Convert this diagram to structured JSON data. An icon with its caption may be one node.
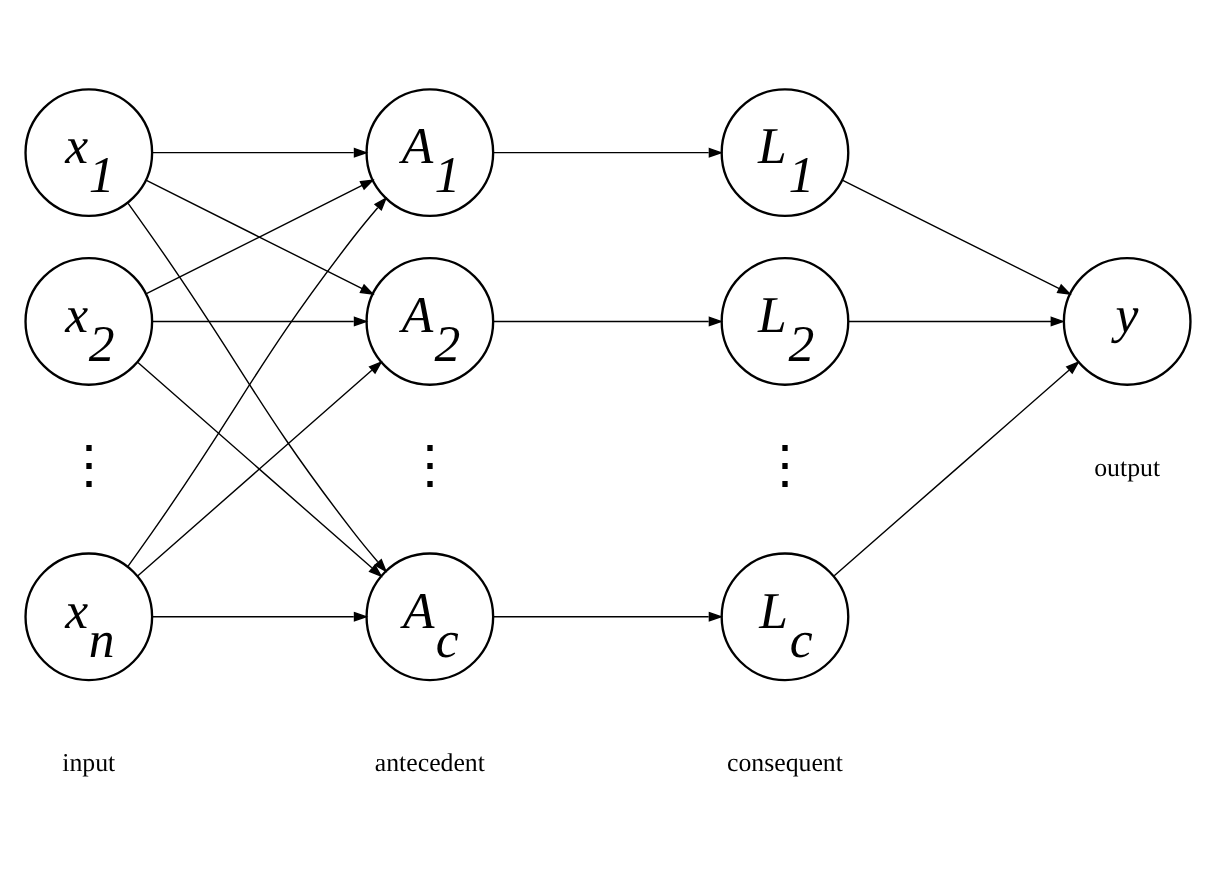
{
  "diagram": {
    "nodes": [
      {
        "text": [
          "x$_{1}$"
        ]
      },
      {
        "text": [
          "x$_{2}$"
        ]
      },
      {
        "text": [
          "x$_{n}$"
        ]
      },
      {
        "text": [
          "A$_{1}$"
        ]
      },
      {
        "text": [
          "A$_{2}$"
        ]
      },
      {
        "text": [
          "A$_{c}$"
        ]
      },
      {
        "text": [
          "L$_{1}$"
        ]
      },
      {
        "text": [
          "L$_{2}$"
        ]
      },
      {
        "text": [
          "L$_{c}$"
        ]
      },
      {
        "text": [
          "y"
        ]
      }
    ],
    "edges": [
      {
        "from": 0,
        "to": 3,
        "arrow": "to"
      },
      {
        "from": 0,
        "to": 4,
        "arrow": "to"
      },
      {
        "from": 0,
        "to": 5,
        "arrow": "to"
      },
      {
        "from": 1,
        "to": 3,
        "arrow": "to"
      },
      {
        "from": 1,
        "to": 4,
        "arrow": "to"
      },
      {
        "from": 1,
        "to": 5,
        "arrow": "to"
      },
      {
        "from": 2,
        "to": 3,
        "arrow": "to"
      },
      {
        "from": 2,
        "to": 4,
        "arrow": "to"
      },
      {
        "from": 2,
        "to": 5,
        "arrow": "to"
      },
      {
        "from": 3,
        "to": 6,
        "arrow": "to"
      },
      {
        "from": 4,
        "to": 7,
        "arrow": "to"
      },
      {
        "from": 5,
        "to": 8,
        "arrow": "to"
      },
      {
        "from": 6,
        "to": 9,
        "arrow": "to"
      },
      {
        "from": 7,
        "to": 9,
        "arrow": "to"
      },
      {
        "from": 8,
        "to": 9,
        "arrow": "to"
      }
    ],
    "labels": [
      "⋮",
      "⋮",
      "⋮",
      "input",
      "antecedent",
      "consequent",
      "output"
    ]
  }
}
